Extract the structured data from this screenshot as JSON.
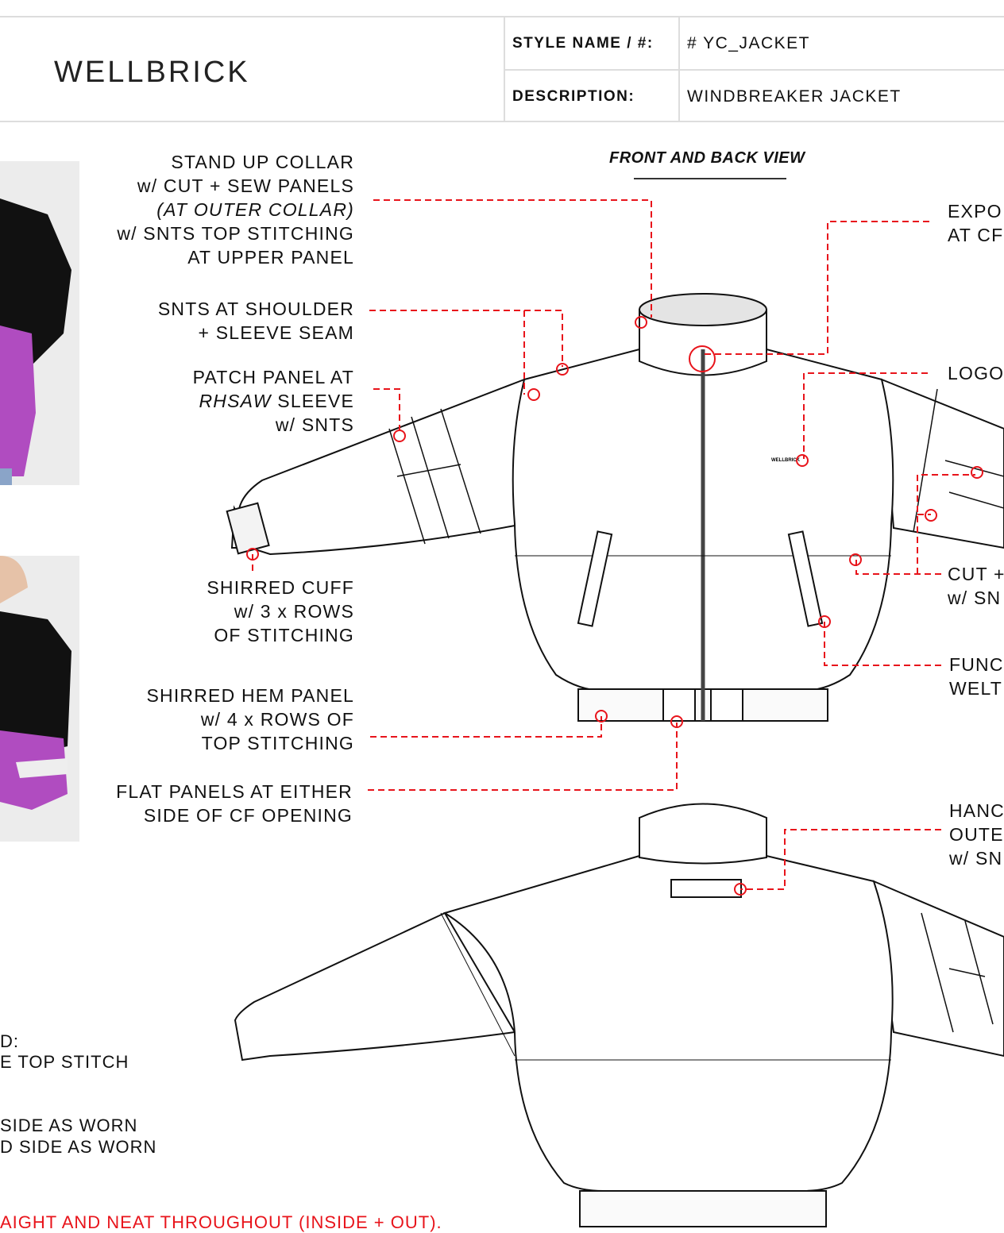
{
  "header": {
    "brand": "WELLBRICK",
    "style_label": "STYLE NAME / #:",
    "style_value": "# YC_JACKET",
    "desc_label": "DESCRIPTION:",
    "desc_value": "WINDBREAKER JACKET"
  },
  "view_title": "FRONT AND BACK VIEW",
  "logo_print": "WELLBRICK",
  "left_callouts": {
    "collar": [
      "STAND UP COLLAR",
      "w/ CUT + SEW PANELS",
      "(AT OUTER COLLAR)",
      "w/ SNTS TOP STITCHING",
      "AT UPPER PANEL"
    ],
    "shoulder": [
      "SNTS AT SHOULDER",
      "+ SLEEVE SEAM"
    ],
    "patch": [
      "PATCH PANEL AT",
      "RHSAW",
      "SLEEVE",
      "w/ SNTS"
    ],
    "cuff": [
      "SHIRRED CUFF",
      "w/ 3 x ROWS",
      "OF STITCHING"
    ],
    "hem": [
      "SHIRRED HEM PANEL",
      "w/ 4 x ROWS OF",
      "TOP STITCHING"
    ],
    "flat": [
      "FLAT PANELS AT EITHER",
      "SIDE OF CF OPENING"
    ]
  },
  "right_callouts": {
    "exposed": [
      "EXPO",
      "AT CF"
    ],
    "logo": [
      "LOGO"
    ],
    "cut": [
      "CUT +",
      "w/ SN"
    ],
    "welt": [
      "FUNC",
      "WELT"
    ],
    "hanger": [
      "HANC",
      "OUTE",
      "w/ SN"
    ]
  },
  "notes": [
    "D:",
    "E TOP STITCH",
    "SIDE AS WORN",
    "D SIDE AS WORN"
  ],
  "warning": "AIGHT AND NEAT THROUGHOUT (INSIDE + OUT).",
  "colors": {
    "callout": "#e8141b",
    "divider": "#dddddd"
  }
}
